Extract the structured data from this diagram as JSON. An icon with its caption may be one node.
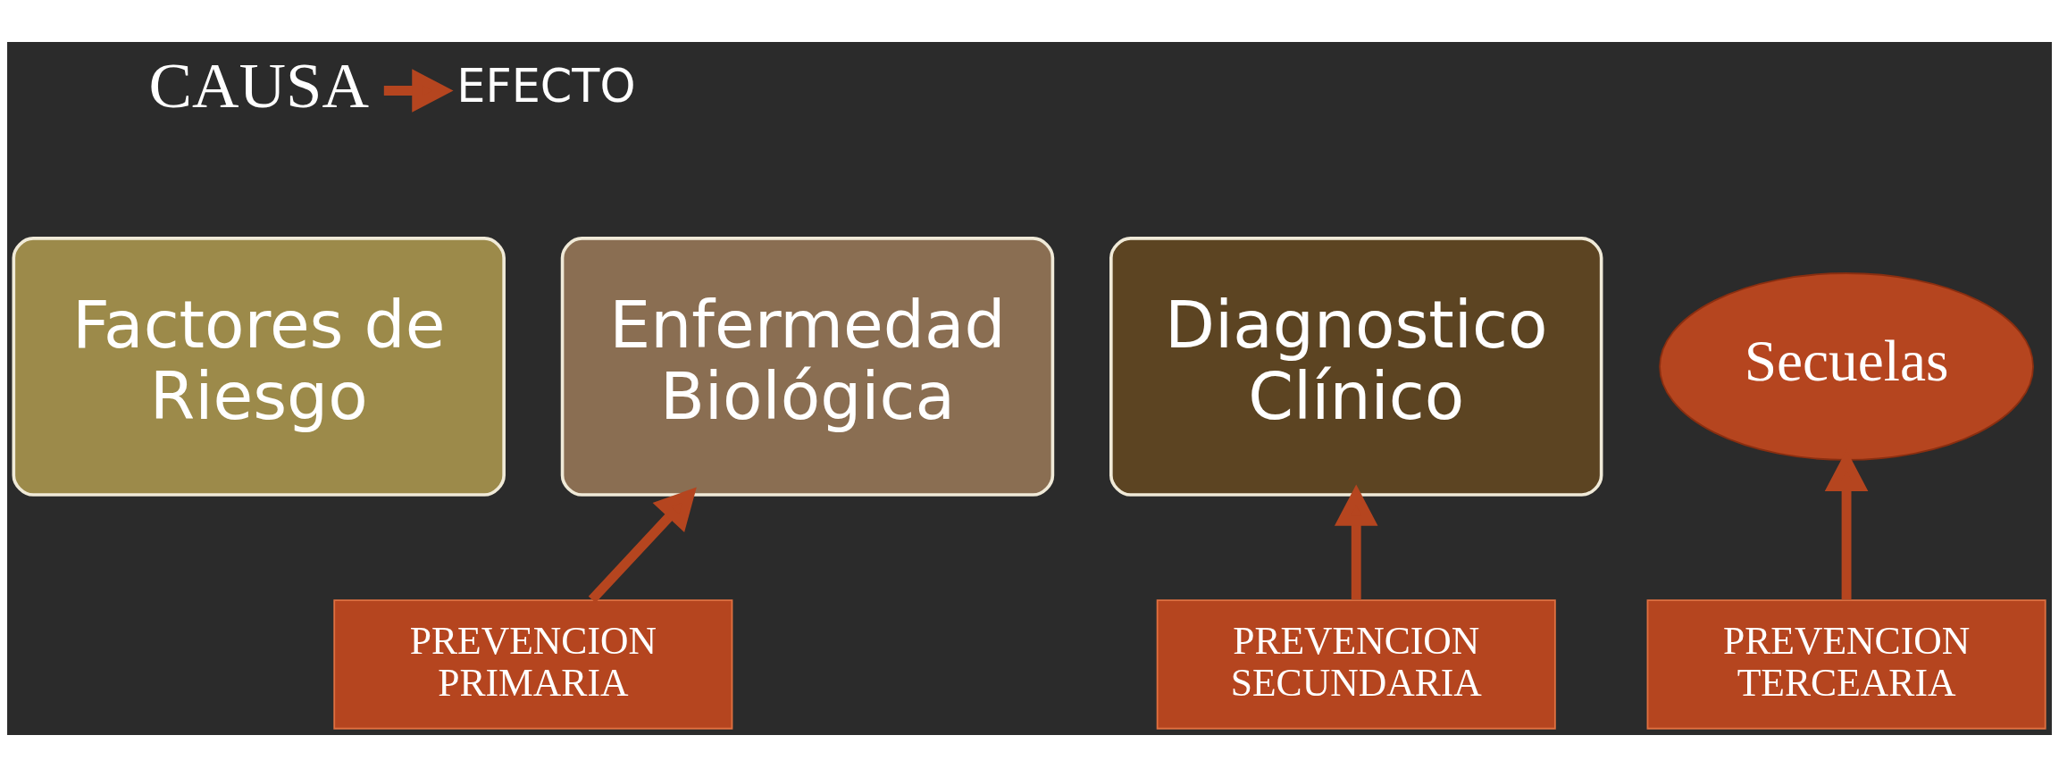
{
  "diagram": {
    "nodes": [
      {
        "text": [
          "CAUSA"
        ]
      },
      {
        "text": [
          "EFECTO"
        ]
      },
      {
        "text": [
          "Factores de Riesgo"
        ]
      },
      {
        "text": [
          "Enfermedad Biológica"
        ]
      },
      {
        "text": [
          "Diagnostico Clínico"
        ]
      },
      {
        "text": [
          "Secuelas"
        ]
      },
      {
        "text": [
          "PREVENCION PRIMARIA"
        ]
      },
      {
        "text": [
          "PREVENCION SECUNDARIA"
        ]
      },
      {
        "text": [
          "PREVENCION TERCEARIA"
        ]
      }
    ],
    "edges": [
      {
        "from": 0,
        "to": 1,
        "arrow": "to"
      },
      {
        "from": 6,
        "to": 3,
        "arrow": "to"
      },
      {
        "from": 7,
        "to": 4,
        "arrow": "to"
      },
      {
        "from": 8,
        "to": 5,
        "arrow": "to"
      }
    ]
  }
}
